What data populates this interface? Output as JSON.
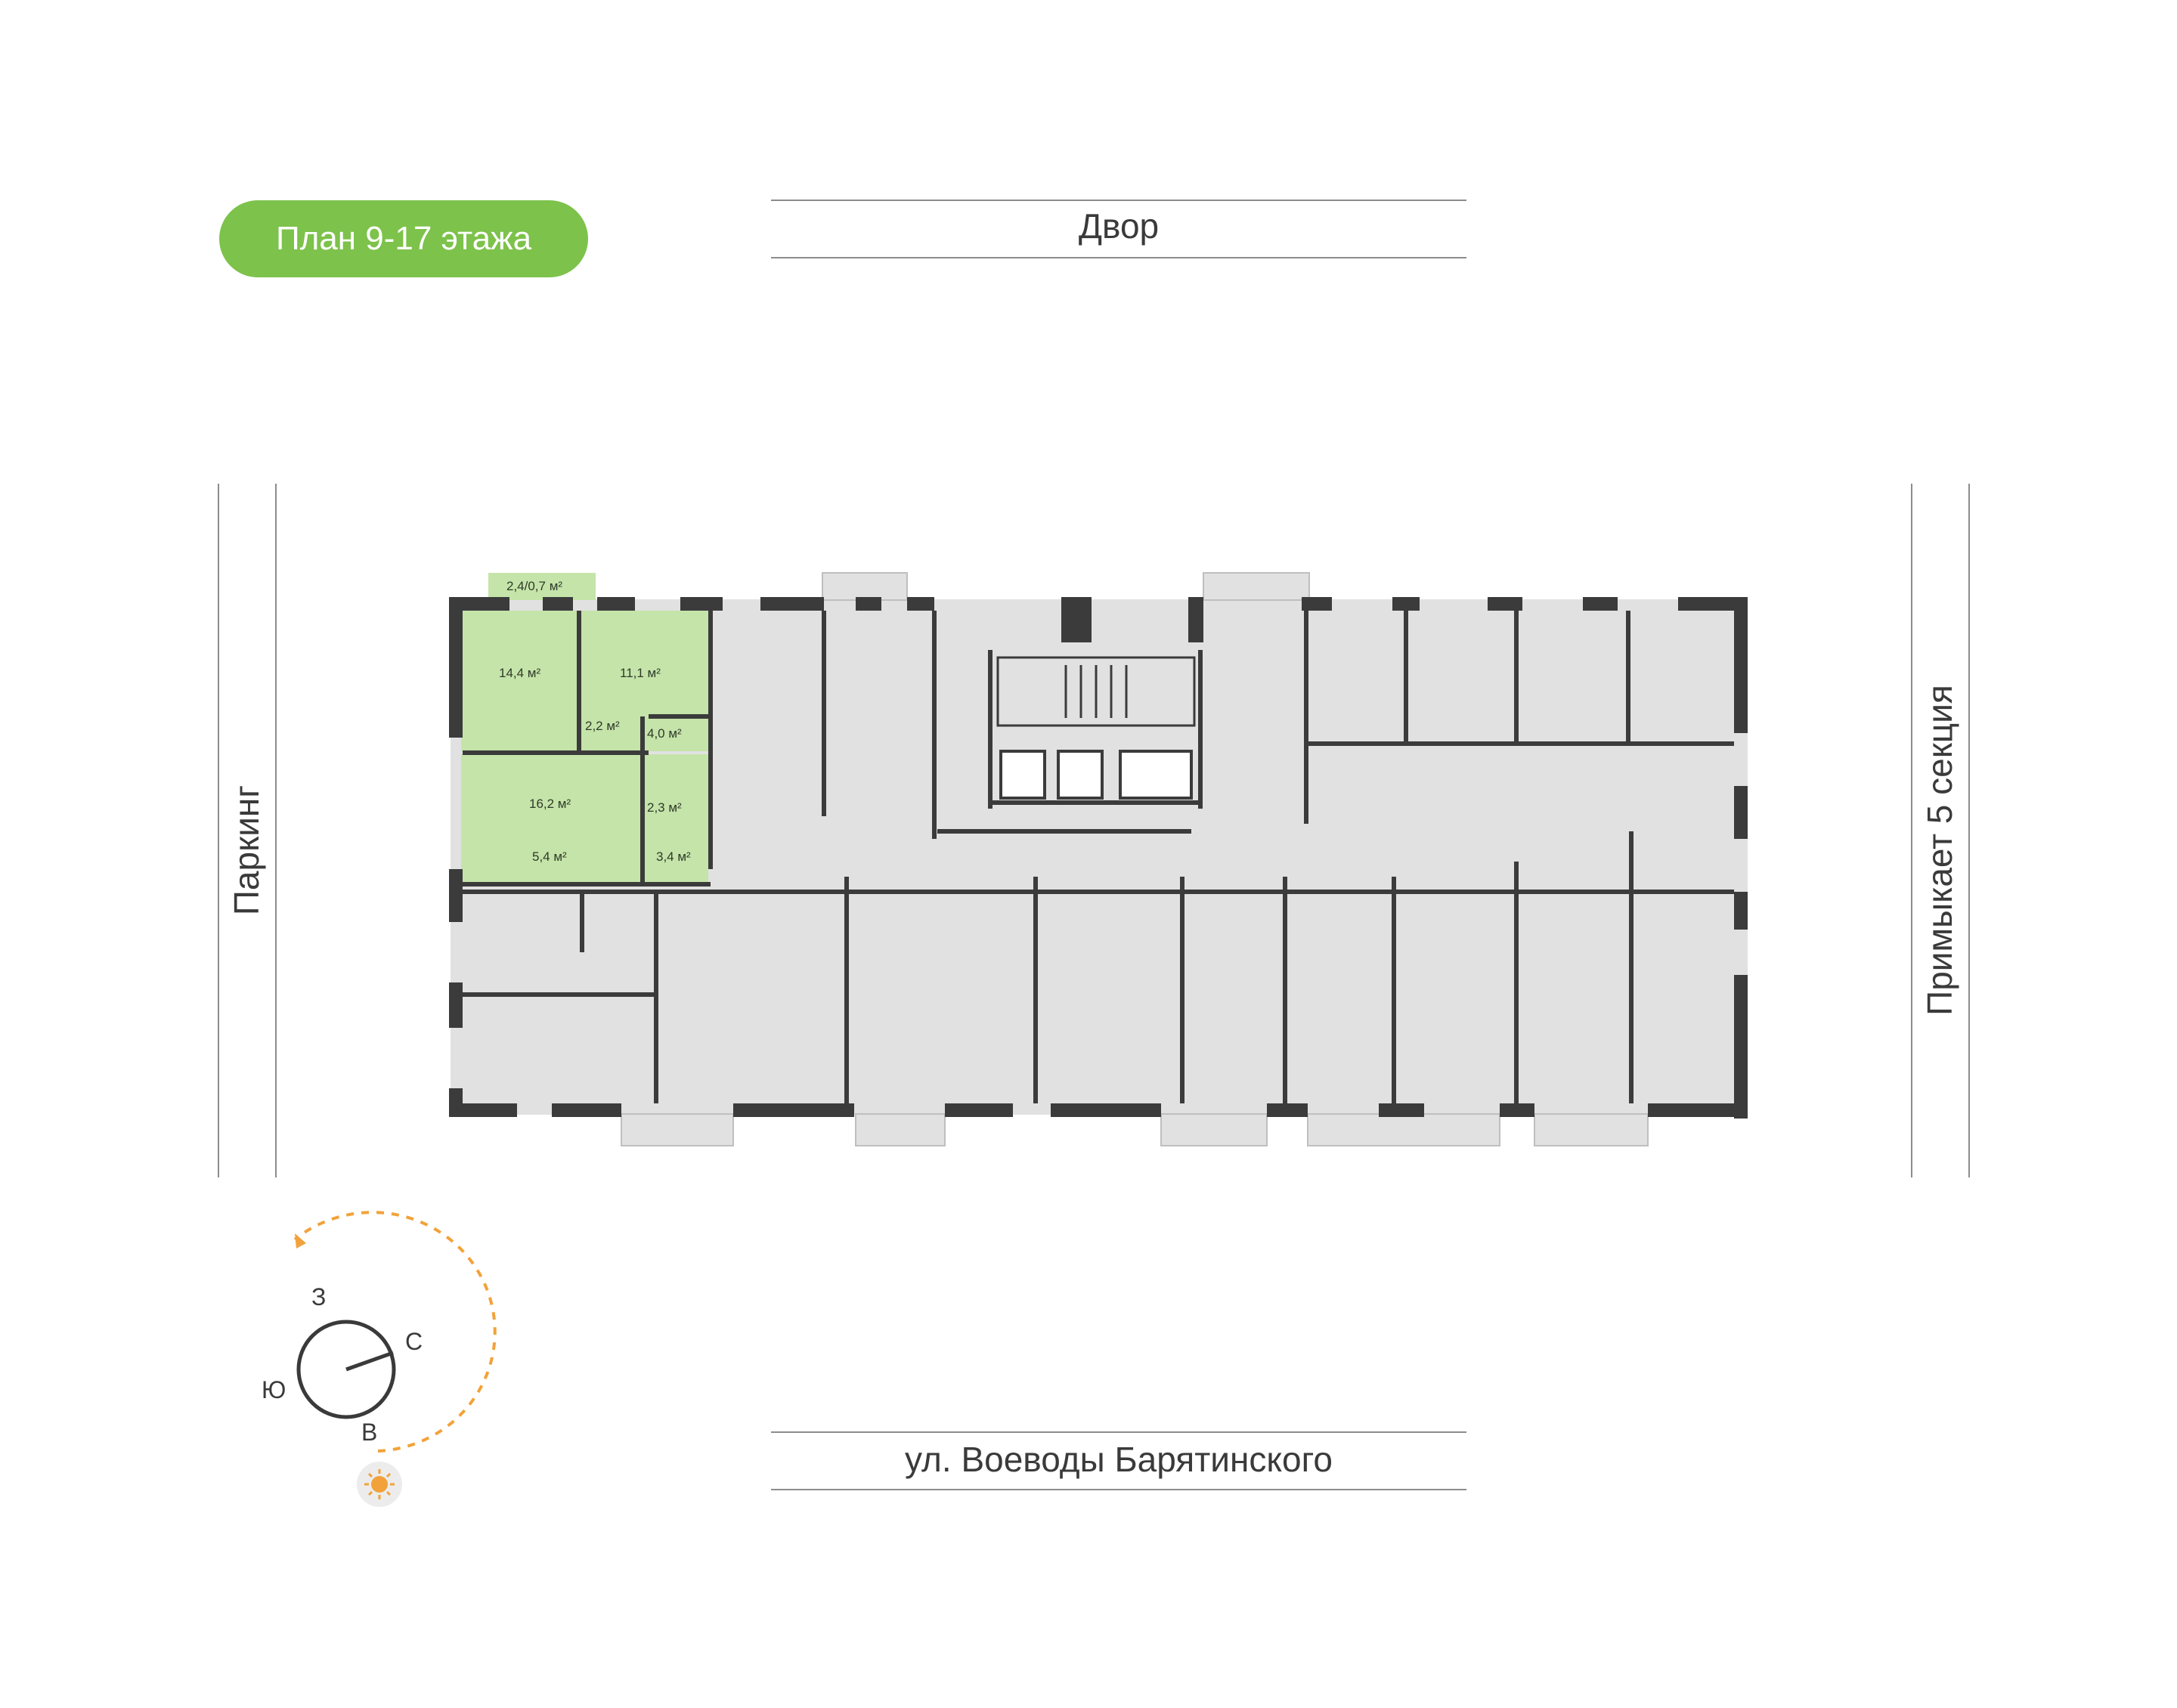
{
  "title": "План 9-17 этажа",
  "streets": {
    "top": "Двор",
    "bottom": "ул. Воеводы Барятинского",
    "left": "Паркинг",
    "right": "Примыкает 5 секция"
  },
  "apartment": {
    "highlight_color": "#c5e4a9",
    "rooms": [
      {
        "id": "balcony",
        "area": "2,4/0,7 м²"
      },
      {
        "id": "room1",
        "area": "14,4 м²"
      },
      {
        "id": "room2",
        "area": "11,1 м²"
      },
      {
        "id": "corridor",
        "area": "2,2 м²"
      },
      {
        "id": "bath",
        "area": "4,0 м²"
      },
      {
        "id": "living",
        "area": "16,2 м²"
      },
      {
        "id": "wc",
        "area": "2,3 м²"
      },
      {
        "id": "kitchen",
        "area": "5,4 м²"
      },
      {
        "id": "hall",
        "area": "3,4 м²"
      }
    ]
  },
  "compass": {
    "north": "С",
    "south": "Ю",
    "west": "З",
    "east": "В",
    "sun_color": "#f2a23a"
  },
  "colors": {
    "accent": "#7dc24b",
    "wall": "#3b3b3b",
    "floor": "#e1e1e1"
  }
}
